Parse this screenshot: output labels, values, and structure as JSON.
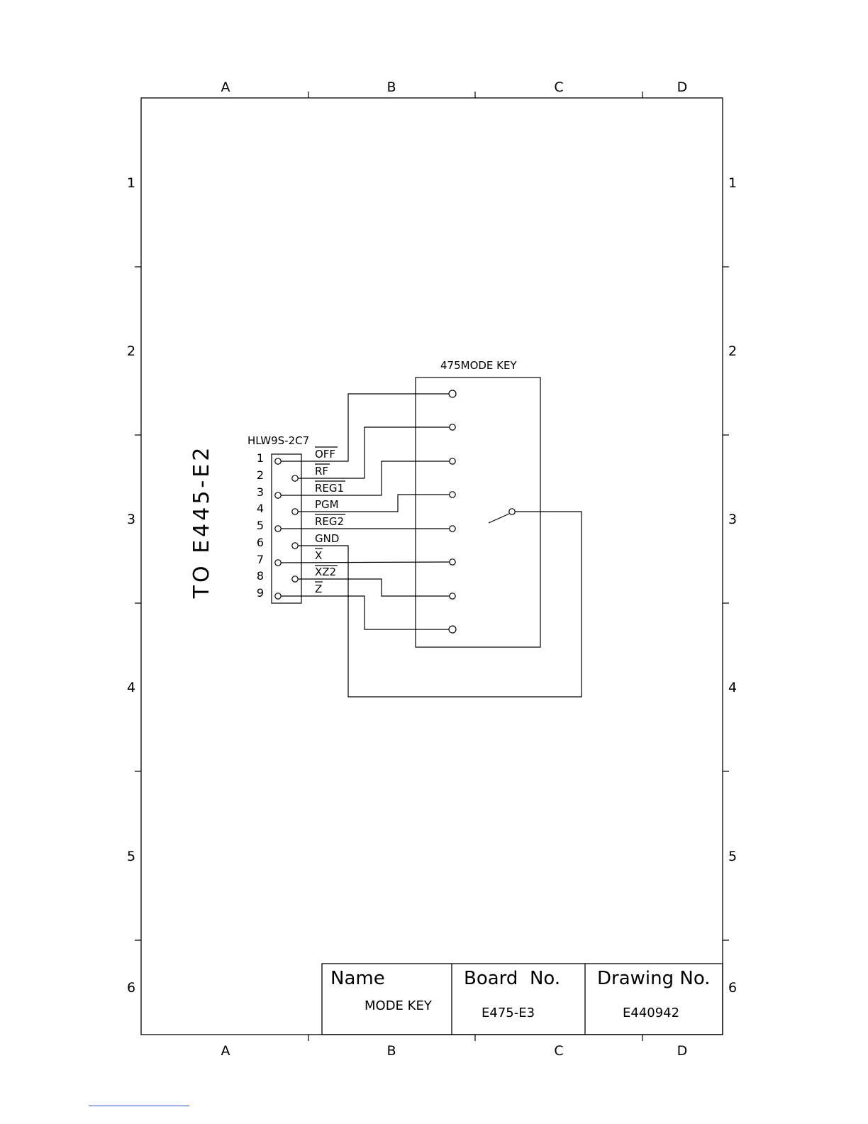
{
  "zones": {
    "columns": [
      "A",
      "B",
      "C",
      "D"
    ],
    "rows": [
      "1",
      "2",
      "3",
      "4",
      "5",
      "6"
    ]
  },
  "connector": {
    "part": "HLW9S-2C7",
    "destination": "TO E445-E2",
    "pins": [
      "1",
      "2",
      "3",
      "4",
      "5",
      "6",
      "7",
      "8",
      "9"
    ],
    "signals": [
      "OFF",
      "RF",
      "REG1",
      "PGM",
      "REG2",
      "GND",
      "X",
      "XZ2",
      "Z"
    ]
  },
  "switch": {
    "label": "475MODE KEY"
  },
  "title_block": {
    "name_header": "Name",
    "name_value": "MODE KEY",
    "board_header": "Board  No.",
    "board_value": "E475-E3",
    "drawing_header": "Drawing No.",
    "drawing_value": "E440942"
  }
}
